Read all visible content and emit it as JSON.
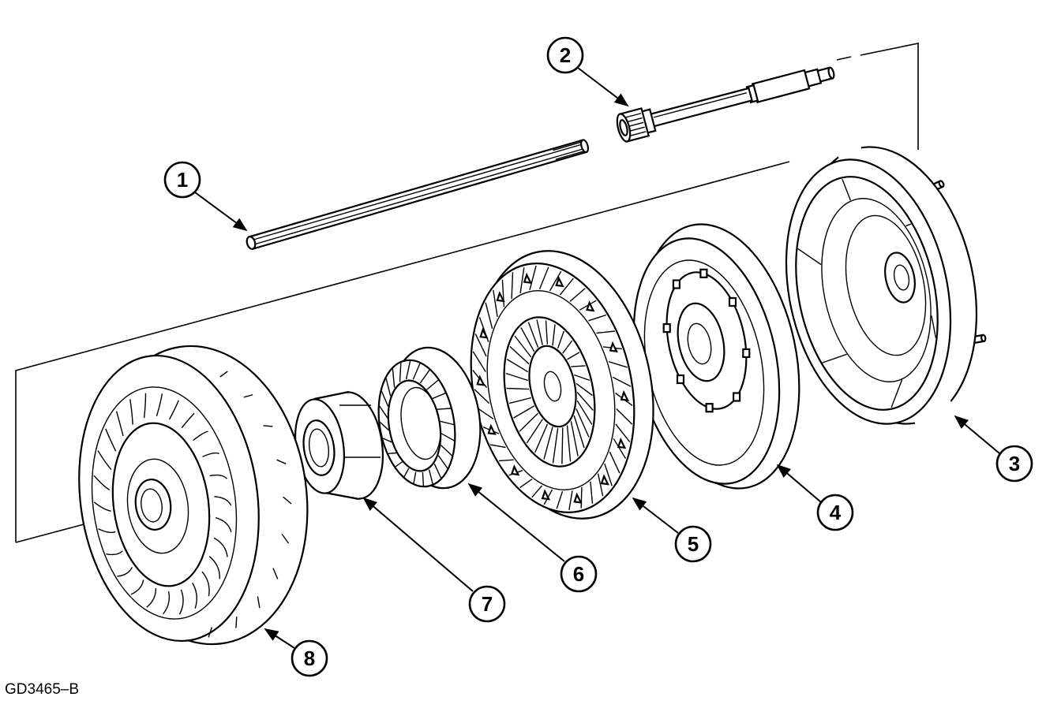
{
  "reference_code": "GD3465–B",
  "callouts": [
    {
      "label": "1"
    },
    {
      "label": "2"
    },
    {
      "label": "3"
    },
    {
      "label": "4"
    },
    {
      "label": "5"
    },
    {
      "label": "6"
    },
    {
      "label": "7"
    },
    {
      "label": "8"
    }
  ]
}
